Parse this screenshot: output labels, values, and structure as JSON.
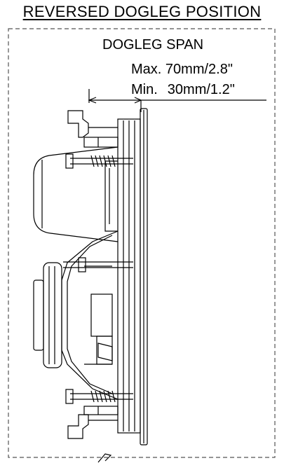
{
  "diagram": {
    "title": "REVERSED DOGLEG POSITION",
    "span_label": "DOGLEG SPAN",
    "max_prefix": "Max.",
    "max_value": "70mm/2.8\"",
    "min_prefix": "Min.",
    "min_value": "30mm/1.2\""
  },
  "colors": {
    "line": "#000000",
    "frame": "#555555",
    "background": "#ffffff"
  },
  "icons": {
    "speaker": "speaker-side-view-icon",
    "dogleg": "dogleg-clamp-icon"
  }
}
